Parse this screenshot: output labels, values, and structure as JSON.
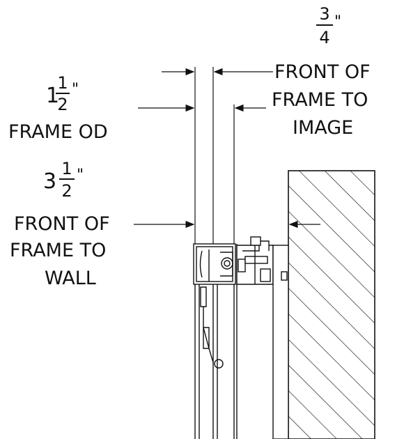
{
  "dims": {
    "frame_od": {
      "whole": "1",
      "numerator": "1",
      "denominator": "2",
      "unit": "\"",
      "caption_line1": "FRAME OD"
    },
    "front_to_wall": {
      "whole": "3",
      "numerator": "1",
      "denominator": "2",
      "unit": "\"",
      "caption_line1": "FRONT OF",
      "caption_line2": "FRAME TO",
      "caption_line3": "WALL"
    },
    "front_to_image": {
      "numerator": "3",
      "denominator": "4",
      "unit": "\"",
      "caption_line1": "FRONT OF",
      "caption_line2": "FRAME TO",
      "caption_line3": "IMAGE"
    }
  },
  "colors": {
    "line": "#111111",
    "wall_hatch": "#222222"
  }
}
